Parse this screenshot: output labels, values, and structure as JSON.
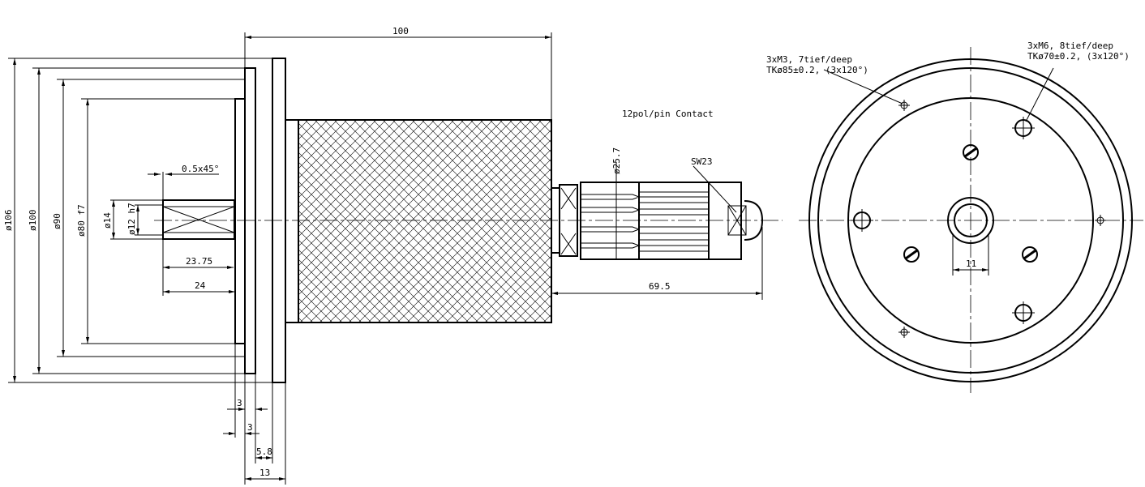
{
  "side_view": {
    "dim_d106": "ø106",
    "dim_d100": "ø100",
    "dim_d90": "ø90",
    "dim_d80": "ø80 f7",
    "dim_d14": "ø14",
    "dim_d12": "ø12 h7",
    "dim_chamfer": "0.5x45°",
    "dim_23_75": "23.75",
    "dim_24": "24",
    "dim_100": "100",
    "dim_3a": "3",
    "dim_3b": "3",
    "dim_5_8": "5.8",
    "dim_13": "13",
    "connector_label": "12pol/pin Contact",
    "dim_d25_7": "ø25.7",
    "sw_label": "SW23",
    "dim_69_5": "69.5"
  },
  "front_view": {
    "m3_note_line1": "3xM3, 7tief/deep",
    "m3_note_line2": "TKø85±0.2, (3x120°)",
    "m6_note_line1": "3xM6, 8tief/deep",
    "m6_note_line2": "TKø70±0.2, (3x120°)",
    "dim_11": "11"
  }
}
